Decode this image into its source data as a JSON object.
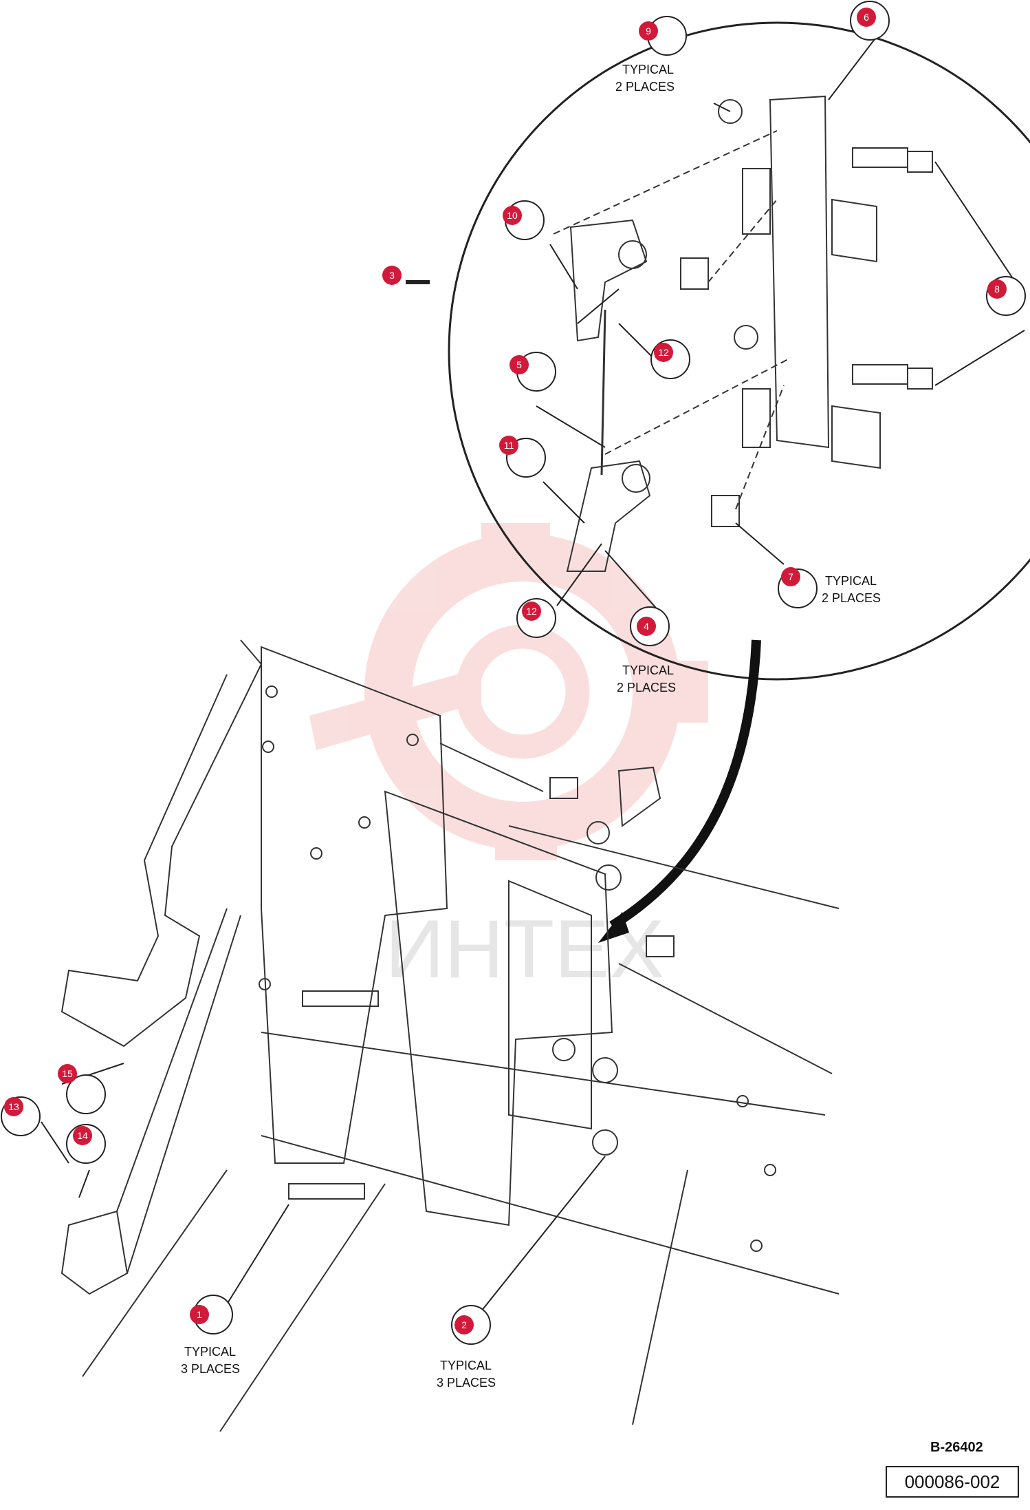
{
  "diagram": {
    "watermark_text": "ИНТЕХ",
    "reference_code": "B-26402",
    "figure_number": "000086-002",
    "notes": {
      "n9": [
        "TYPICAL",
        "2 PLACES"
      ],
      "n7": [
        "TYPICAL",
        "2 PLACES"
      ],
      "n4": [
        "TYPICAL",
        "2 PLACES"
      ],
      "n1": [
        "TYPICAL",
        "3 PLACES"
      ],
      "n2": [
        "TYPICAL",
        "3 PLACES"
      ]
    },
    "callouts": [
      {
        "id": "c1",
        "number": "1"
      },
      {
        "id": "c2",
        "number": "2"
      },
      {
        "id": "c3",
        "number": "3"
      },
      {
        "id": "c4",
        "number": "4"
      },
      {
        "id": "c5",
        "number": "5"
      },
      {
        "id": "c6",
        "number": "6"
      },
      {
        "id": "c7",
        "number": "7"
      },
      {
        "id": "c8",
        "number": "8"
      },
      {
        "id": "c9",
        "number": "9"
      },
      {
        "id": "c10",
        "number": "10"
      },
      {
        "id": "c11",
        "number": "11"
      },
      {
        "id": "c12a",
        "number": "12"
      },
      {
        "id": "c12b",
        "number": "12"
      },
      {
        "id": "c13",
        "number": "13"
      },
      {
        "id": "c14",
        "number": "14"
      },
      {
        "id": "c15",
        "number": "15"
      }
    ],
    "colors": {
      "badge": "#d11a3a",
      "line": "#222222",
      "watermark": "#f2a3a3"
    }
  }
}
